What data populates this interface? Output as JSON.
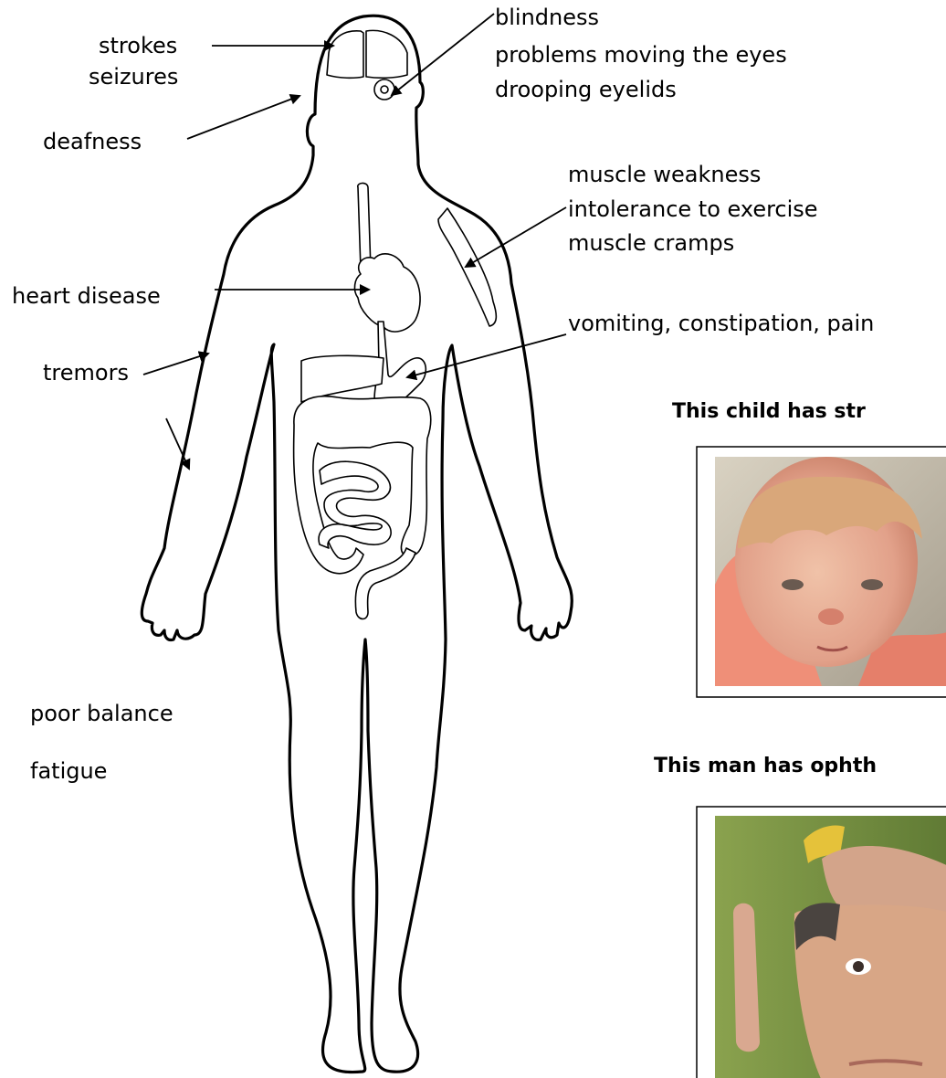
{
  "labels": {
    "strokes": "strokes",
    "seizures": "seizures",
    "deafness": "deafness",
    "blindness": "blindness",
    "eye_movement": "problems moving the eyes",
    "eyelids": "drooping eyelids",
    "muscle_weakness": "muscle weakness",
    "exercise": "intolerance to exercise",
    "cramps": "muscle cramps",
    "heart": "heart disease",
    "gut": "vomiting, constipation, pain",
    "tremors": "tremors",
    "balance": "poor balance",
    "fatigue": "fatigue"
  },
  "photos": {
    "child_caption": "This child has str",
    "man_caption": "This man has ophth"
  }
}
